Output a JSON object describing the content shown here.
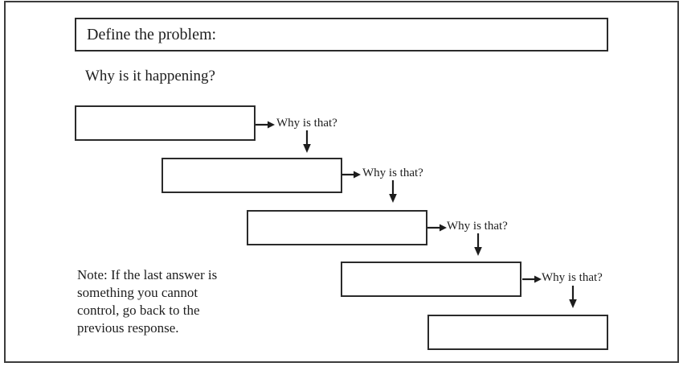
{
  "diagram": {
    "title_box": {
      "label": "Define the problem:"
    },
    "question": "Why is it happening?",
    "why_labels": [
      "Why is that?",
      "Why is that?",
      "Why is that?",
      "Why is that?"
    ],
    "note_lines": [
      "Note: If the last answer is",
      "something you cannot",
      "control, go back to the",
      "previous response."
    ],
    "note_full_text": "Note: If the last answer is something you cannot control, go back to the previous response.",
    "answer_box_count": 5,
    "colors": {
      "frame_border": "#3c3c3c",
      "box_border": "#2b2b2b",
      "text": "#1e1e1e",
      "arrow": "#1d1d1d",
      "background": "#ffffff"
    }
  }
}
